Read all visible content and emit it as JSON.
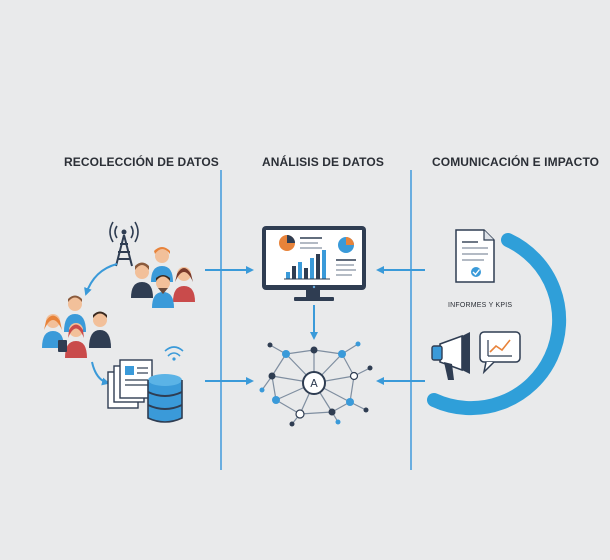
{
  "columns": [
    {
      "title": "RECOLECCIÓN DE DATOS"
    },
    {
      "title": "ANÁLISIS DE DATOS"
    },
    {
      "title": "COMUNICACIÓN E IMPACTO"
    }
  ],
  "reports_label": "INFORMES Y KPIS",
  "colors": {
    "background": "#e9eaeb",
    "accent_blue": "#3a9ad9",
    "dark_navy": "#2f3d52",
    "line_blue": "#6aaee0",
    "orange": "#e8833a",
    "red": "#c94b4b"
  }
}
